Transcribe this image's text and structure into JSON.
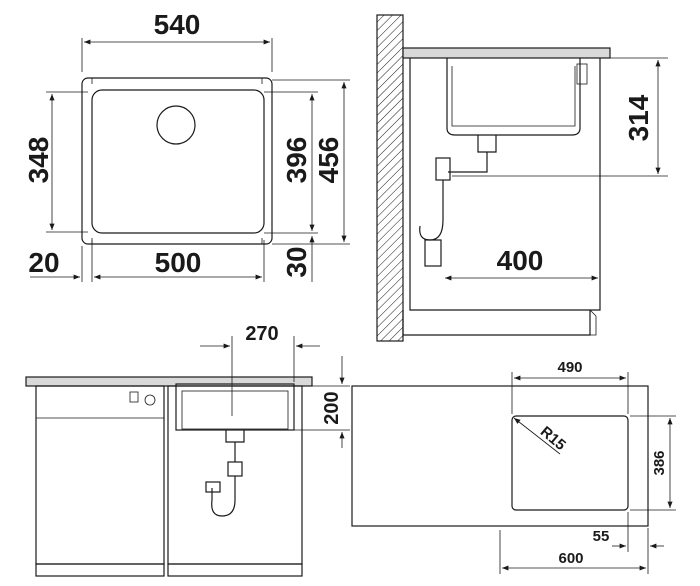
{
  "top_view": {
    "outer_width": "540",
    "inner_width": "500",
    "margin": "20",
    "inner_depth": "348",
    "outer_depth_inner": "396",
    "outer_depth": "456",
    "front_margin": "30"
  },
  "side_view": {
    "bowl_depth": "314",
    "drain_distance": "400"
  },
  "front_view": {
    "drain_offset": "270",
    "cabinet_height": "200"
  },
  "cutout_view": {
    "cutout_width": "490",
    "corner_radius": "R15",
    "cutout_depth": "386",
    "edge_offset": "55",
    "cabinet_width": "600"
  },
  "colors": {
    "line": "#1a1a1a",
    "countertop": "#d9d9d9",
    "background": "#ffffff"
  }
}
